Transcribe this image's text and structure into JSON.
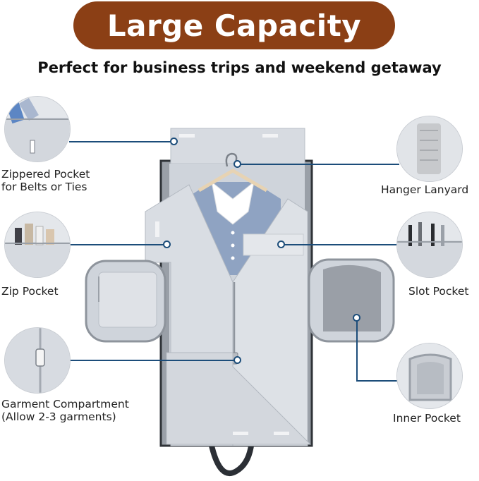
{
  "header": {
    "title": "Large Capacity",
    "subtitle": "Perfect for business trips and weekend getaway"
  },
  "callouts": {
    "zippered_pocket": {
      "line1": "Zippered Pocket",
      "line2": "for Belts or Ties"
    },
    "hanger_lanyard": {
      "label": "Hanger Lanyard"
    },
    "zip_pocket": {
      "label": "Zip Pocket"
    },
    "slot_pocket": {
      "label": "Slot Pocket"
    },
    "garment_compartment": {
      "line1": "Garment Compartment",
      "line2": "(Allow 2-3 garments)"
    },
    "inner_pocket": {
      "label": "Inner Pocket"
    }
  },
  "colors": {
    "title_pill": "#8b3f15",
    "leader_line": "#1c4d7a",
    "bag_fabric": "#d7dbe1"
  }
}
